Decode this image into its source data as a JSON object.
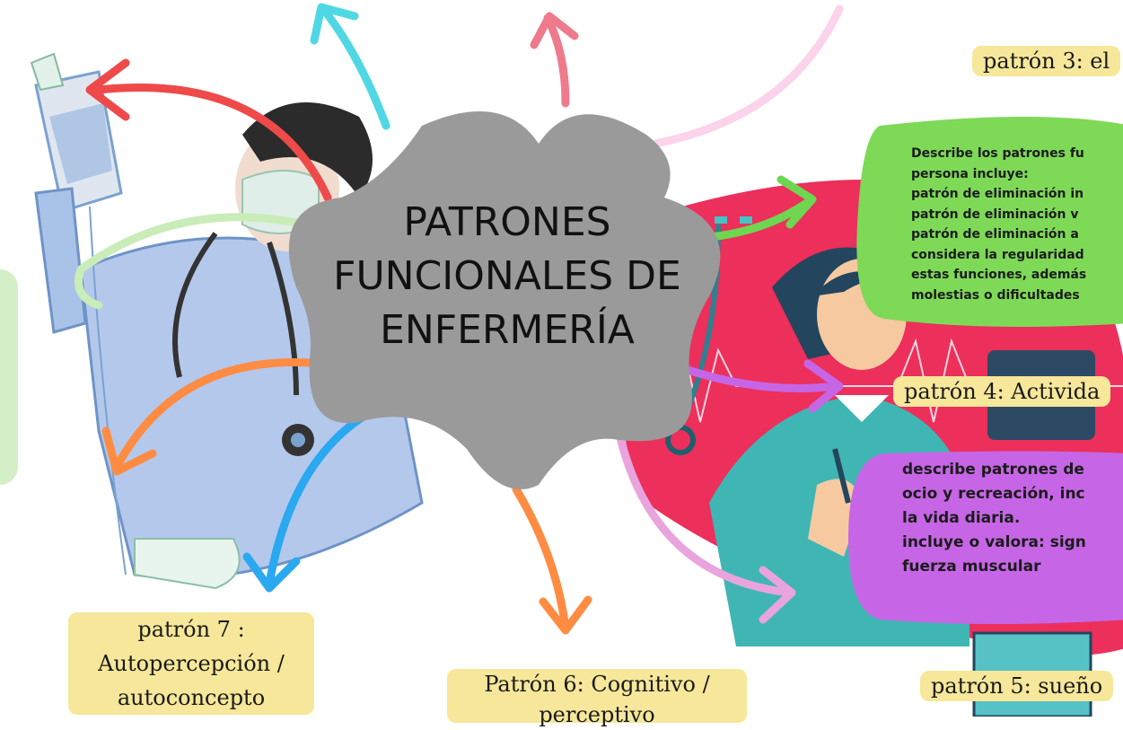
{
  "center": {
    "lines": [
      "PATRONES",
      "FUNCIONALES DE",
      "ENFERMERÍA"
    ]
  },
  "patron3": {
    "title": "patrón 3: el",
    "lines": [
      "Describe los patrones fu",
      "persona incluye:",
      "patrón de eliminación in",
      "patrón de eliminación v",
      "patrón de eliminación a",
      " considera la regularidad",
      "estas funciones, además",
      "molestias o dificultades"
    ]
  },
  "patron4": {
    "title": "patrón 4: Activida",
    "lines": [
      "describe patrones de",
      "ocio y recreación, inc",
      "la vida diaria.",
      "incluye o valora: sign",
      "fuerza muscular"
    ]
  },
  "patron5": {
    "title": "patrón 5: sueño"
  },
  "patron6": {
    "title": "Patrón 6: Cognitivo /",
    "subtitle": "perceptivo"
  },
  "patron7": {
    "lines": [
      "patrón 7 :",
      "Autopercepción /",
      "autoconcepto"
    ]
  },
  "colors": {
    "center_blob": "#9a9a9a",
    "patron3_panel": "#7ed957",
    "patron4_panel": "#c666e6",
    "label_bg": "#f6e79a",
    "red_heart": "#ec2f5b",
    "left_panel": "#d4efc7"
  }
}
